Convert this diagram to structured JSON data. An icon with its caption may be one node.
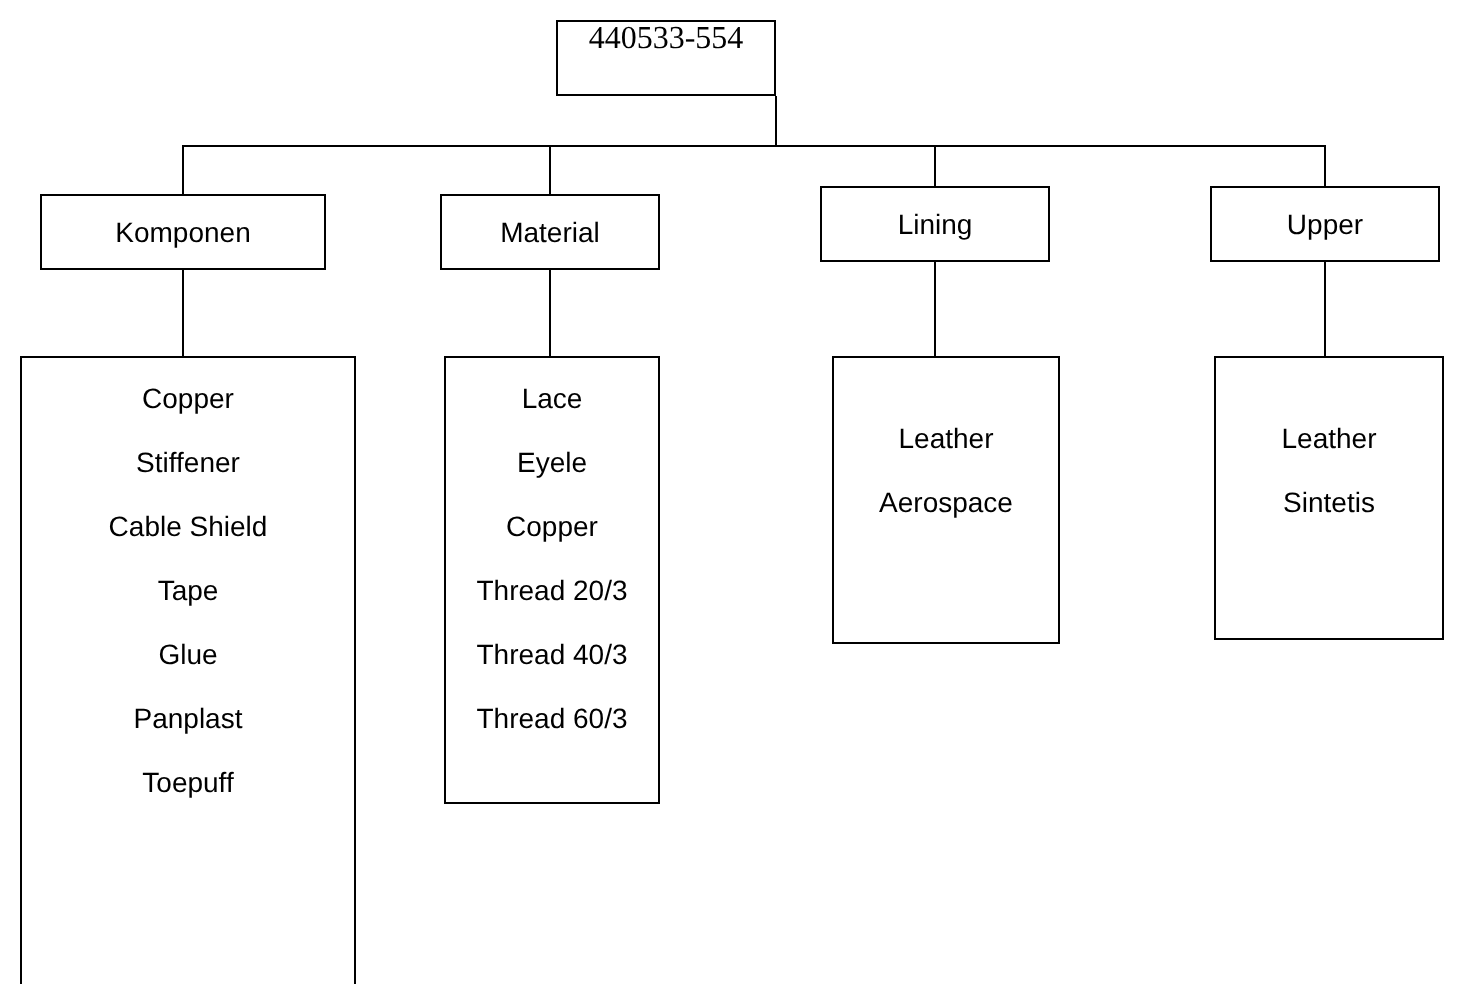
{
  "diagram": {
    "nodes": [
      {
        "text": [
          "440533-554"
        ]
      },
      {
        "text": [
          "Komponen"
        ]
      },
      {
        "text": [
          "Material"
        ]
      },
      {
        "text": [
          "Lining"
        ]
      },
      {
        "text": [
          "Upper"
        ]
      },
      {
        "text": [
          "Copper",
          "Stiffener",
          "Cable Shield",
          "Tape",
          "Glue",
          "Panplast",
          "Toepuff"
        ]
      },
      {
        "text": [
          "Lace",
          "Eyele",
          "Copper",
          "Thread 20/3",
          "Thread 40/3",
          "Thread 60/3"
        ]
      },
      {
        "text": [
          "Leather",
          "Aerospace"
        ]
      },
      {
        "text": [
          "Leather",
          "Sintetis"
        ]
      }
    ],
    "edges": [
      {
        "from": 0,
        "to": 1,
        "arrow": "none"
      },
      {
        "from": 0,
        "to": 2,
        "arrow": "none"
      },
      {
        "from": 0,
        "to": 3,
        "arrow": "none"
      },
      {
        "from": 0,
        "to": 4,
        "arrow": "none"
      },
      {
        "from": 1,
        "to": 5,
        "arrow": "none"
      },
      {
        "from": 2,
        "to": 6,
        "arrow": "none"
      },
      {
        "from": 3,
        "to": 7,
        "arrow": "none"
      },
      {
        "from": 4,
        "to": 8,
        "arrow": "none"
      }
    ]
  }
}
